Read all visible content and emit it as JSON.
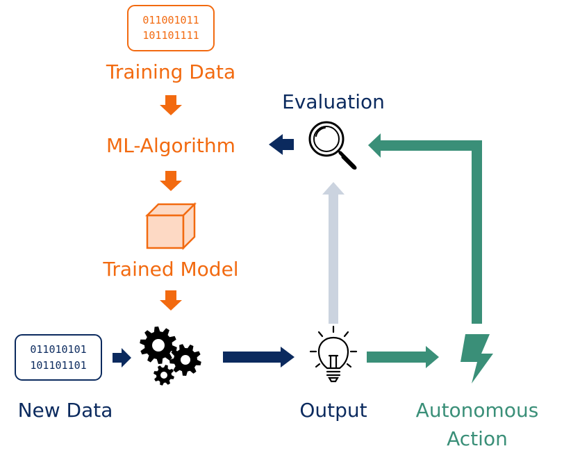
{
  "colors": {
    "orange": "#f26a10",
    "orange_fill": "#fdd9c4",
    "navy": "#0b2a5e",
    "teal": "#3a8f78",
    "light_gray": "#cbd3df",
    "black": "#000000"
  },
  "training_data": {
    "bits_line1": "011001011",
    "bits_line2": "101101111",
    "label": "Training Data"
  },
  "algorithm": {
    "label": "ML-Algorithm"
  },
  "model": {
    "label": "Trained Model"
  },
  "evaluation": {
    "label": "Evaluation",
    "icon": "magnifier-icon"
  },
  "new_data": {
    "bits_line1": "011010101",
    "bits_line2": "101101101",
    "label": "New Data"
  },
  "processing": {
    "icon": "gears-icon"
  },
  "output": {
    "label": "Output",
    "icon": "lightbulb-icon"
  },
  "action": {
    "label_line1": "Autonomous",
    "label_line2": "Action",
    "icon": "lightning-icon"
  }
}
